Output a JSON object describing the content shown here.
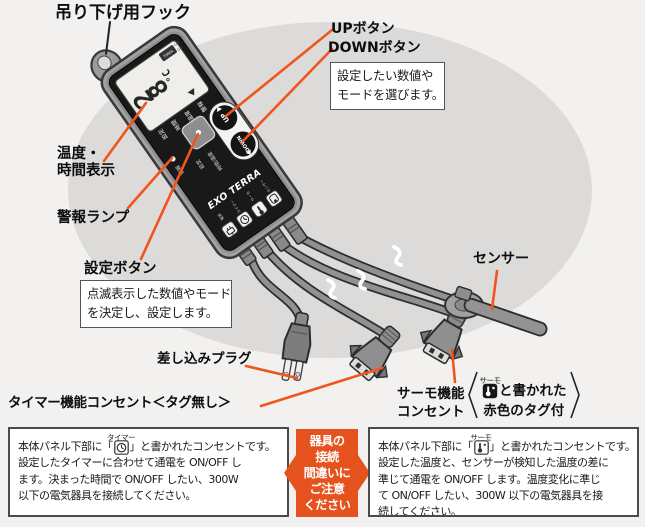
{
  "colors": {
    "accent_line": "#f0561c",
    "badge": "#e5521d",
    "circle": "#dcdbda",
    "background": "#f2f1ef"
  },
  "callouts": {
    "hook": "吊り下げ用フック",
    "up": "UPボタン",
    "down": "DOWNボタン",
    "display_line1": "温度・",
    "display_line2": "時間表示",
    "alarm": "警報ランプ",
    "set": "設定ボタン",
    "plug": "差し込みプラグ",
    "timer_outlet": "タイマー機能コンセント＜タグ無し＞",
    "sensor": "センサー",
    "thermo_outlet_line1": "サーモ機能",
    "thermo_outlet_line2": "コンセント"
  },
  "notes": {
    "updown_line1": "設定したい数値や",
    "updown_line2": "モードを選びます。",
    "set_line1": "点滅表示した数値やモード",
    "set_line2": "を決定し、設定します。"
  },
  "tag_note": {
    "ruby": "サーモ",
    "line1_suffix": "と書かれた",
    "line2": "赤色のタグ付"
  },
  "caution": {
    "line1": "器具の",
    "line2": "接続",
    "line3": "間違いに",
    "line4": "ご注意",
    "line5": "ください"
  },
  "timer_box": {
    "ruby": "タイマー",
    "lead_pre": "本体パネル下部に「",
    "lead_post": "」と書かれたコンセントです。",
    "body1": "設定したタイマーに合わせて通電を ON/OFF し",
    "body2": "ます。決まった時間で ON/OFF したい、300W",
    "body3": "以下の電気器具を接続してください。"
  },
  "thermo_box": {
    "ruby": "サーモ",
    "lead_pre": "本体パネル下部に「",
    "lead_post": "」と書かれたコンセントです。",
    "body1": "設定した温度と、センサーが検知した温度の差に",
    "body2": "準じて通電を ON/OFF します。温度変化に準じ",
    "body3": "て ON/OFF したい、300W 以下の電気器具を接",
    "body4": "続してください。"
  },
  "device": {
    "d1": "2",
    "d2": "8",
    "unit": "°C",
    "timer_badge": "TIMER",
    "off": "OFF",
    "on": "ON",
    "panel_label_1": "設定",
    "panel_label_2": "時間",
    "panel_label_3": "温度",
    "panel_label_4": "警報",
    "alarm_label": "警報",
    "mode_label_1": "設定",
    "mode_label_2": "時間/温度",
    "up": "UP",
    "down": "DOWN",
    "brand": "EXO TERRA",
    "icon_label_1": "電源",
    "icon_label_2": "タイマー",
    "icon_label_3": "サーモ",
    "icon_label_4": "センサー"
  }
}
